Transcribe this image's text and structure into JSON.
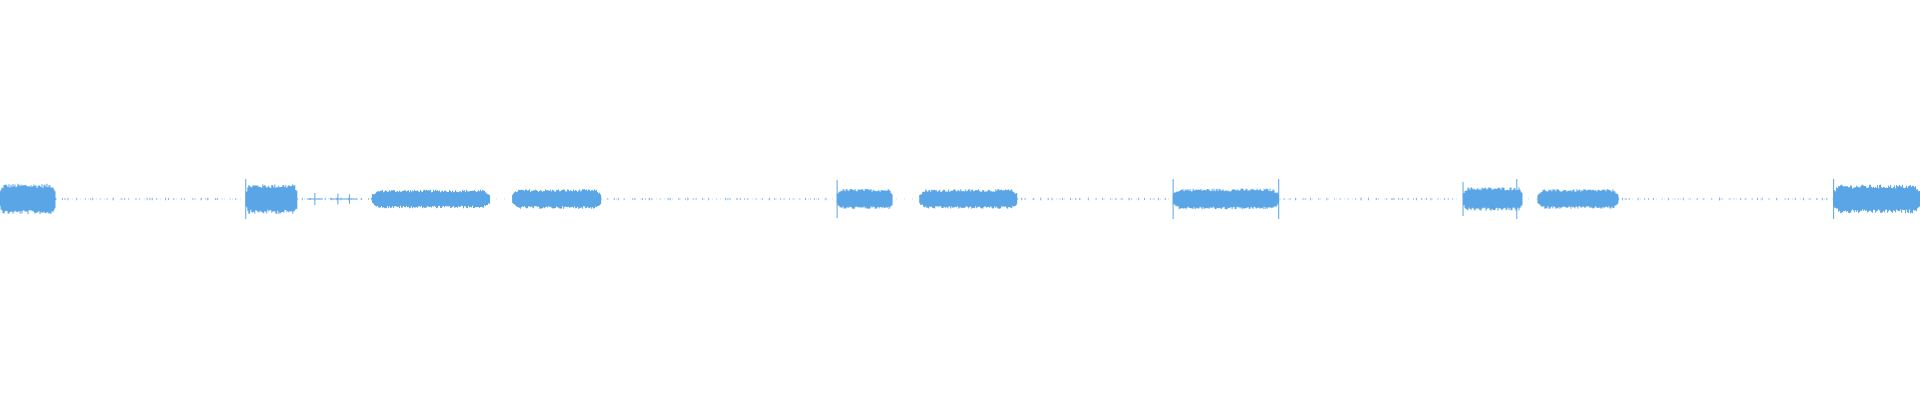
{
  "waveform": {
    "color": "#5aa5e6",
    "segments": [
      {
        "start": 0.0,
        "end": 0.029,
        "level": 0.9
      },
      {
        "start": 0.128,
        "end": 0.155,
        "level": 0.88
      },
      {
        "start": 0.194,
        "end": 0.255,
        "level": 0.55
      },
      {
        "start": 0.267,
        "end": 0.313,
        "level": 0.58
      },
      {
        "start": 0.436,
        "end": 0.465,
        "level": 0.6
      },
      {
        "start": 0.479,
        "end": 0.53,
        "level": 0.58
      },
      {
        "start": 0.611,
        "end": 0.666,
        "level": 0.62
      },
      {
        "start": 0.762,
        "end": 0.793,
        "level": 0.7
      },
      {
        "start": 0.801,
        "end": 0.843,
        "level": 0.58
      },
      {
        "start": 0.955,
        "end": 1.0,
        "level": 0.85
      }
    ],
    "spikes": [
      {
        "at": 0.128,
        "level": 1.0
      },
      {
        "at": 0.436,
        "level": 0.95
      },
      {
        "at": 0.611,
        "level": 1.0
      },
      {
        "at": 0.666,
        "level": 1.0
      },
      {
        "at": 0.762,
        "level": 0.85
      },
      {
        "at": 0.79,
        "level": 1.0
      },
      {
        "at": 0.955,
        "level": 1.0
      }
    ],
    "quiet_ranges": [
      {
        "start": 0.029,
        "end": 0.125
      },
      {
        "start": 0.155,
        "end": 0.194
      },
      {
        "start": 0.313,
        "end": 0.433
      },
      {
        "start": 0.53,
        "end": 0.608
      },
      {
        "start": 0.666,
        "end": 0.76
      },
      {
        "start": 0.843,
        "end": 0.952
      }
    ],
    "small_bursts": [
      {
        "at": 0.164,
        "level": 0.18
      },
      {
        "at": 0.176,
        "level": 0.16
      },
      {
        "at": 0.182,
        "level": 0.14
      }
    ]
  }
}
